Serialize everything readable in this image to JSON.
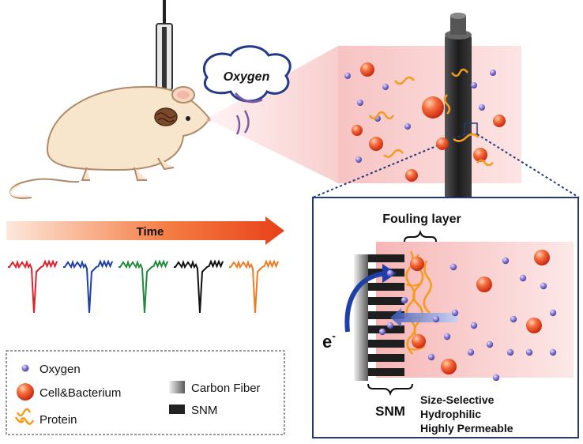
{
  "labels": {
    "oxygen_cloud": "Oxygen",
    "time_arrow": "Time",
    "fouling_layer": "Fouling layer",
    "electron": "e",
    "electron_charge": "-",
    "snm_bracket": "SNM",
    "properties": [
      "Size-Selective",
      "Hydrophilic",
      "Highly Permeable"
    ]
  },
  "legend": {
    "items": [
      {
        "label": "Oxygen",
        "icon": "oxygen-dot-icon"
      },
      {
        "label": "Cell&Bacterium",
        "icon": "cell-sphere-icon"
      },
      {
        "label": "Protein",
        "icon": "protein-squiggle-icon"
      },
      {
        "label": "Carbon Fiber",
        "icon": "carbon-fiber-swatch-icon"
      },
      {
        "label": "SNM",
        "icon": "snm-swatch-icon"
      }
    ]
  },
  "colors": {
    "trace_colors": [
      "#e0202a",
      "#1f3fa8",
      "#1e8a3a",
      "#111111",
      "#f07a20"
    ],
    "oxygen_dot": "#7a70c8",
    "cell": "#f04a2a",
    "protein": "#f59a1a",
    "rat_body": "#f8e6cc",
    "rat_outline": "#b08a6a",
    "cloud_outline": "#233a8a",
    "fiber": "#333333",
    "frame": "#233a7a",
    "arrow_blue": "#1f3fa8"
  }
}
